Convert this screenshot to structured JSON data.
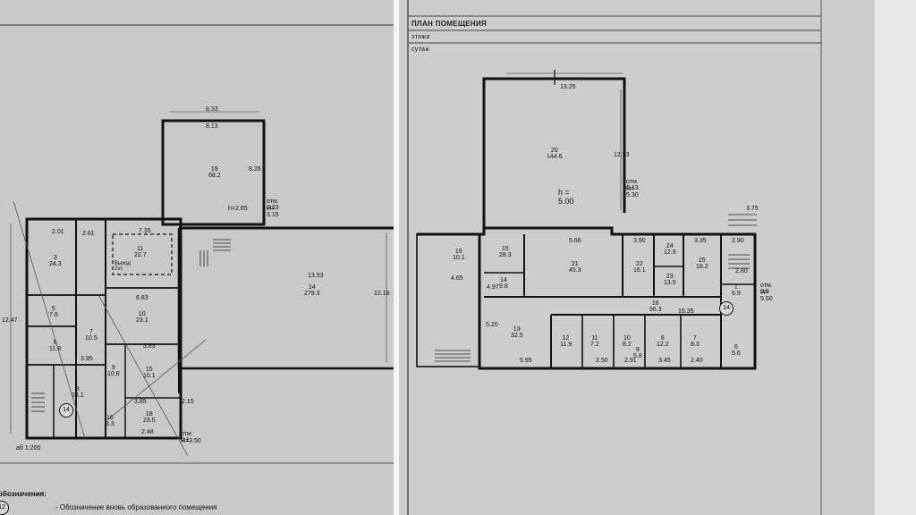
{
  "left_sheet": {
    "scale": "аб 1:200",
    "legend_title": "обозначения:",
    "legend_marker": "12",
    "legend_text": "- Обозначение вновь образованного помещения",
    "rooms": [
      {
        "n": "3",
        "area": "24.3"
      },
      {
        "n": "5",
        "area": "7.8"
      },
      {
        "n": "6",
        "area": "11.8"
      },
      {
        "n": "7",
        "area": "10.5"
      },
      {
        "n": "8",
        "area": "23.1"
      },
      {
        "n": "9",
        "area": "10.8"
      },
      {
        "n": "10",
        "area": "23.1"
      },
      {
        "n": "11",
        "area": "22.7"
      },
      {
        "n": "14",
        "area": "279.3"
      },
      {
        "n": "15",
        "area": "10.1"
      },
      {
        "n": "16",
        "area": "5.3"
      },
      {
        "n": "18",
        "area": "23.5"
      },
      {
        "n": "19",
        "area": "68.2"
      }
    ],
    "dims": {
      "top_ext_a": "8.33",
      "top_ext_b": "8.13",
      "side_ext": "8.26",
      "main_a": "13.93",
      "height_mark": "h=2.65",
      "side_main": "12.16",
      "left_total": "12.47",
      "left_a": "2.01",
      "left_b": "7.35",
      "mark_top": "отм. 0.23",
      "mark_top_h": "H= 3.15",
      "mark_bottom": "отм. 0.1",
      "mark_bottom_h": "H=3.50",
      "d1": "6.83",
      "d2": "3.83",
      "d3": "3.85",
      "d4": "2.15",
      "d5": "2.61",
      "d6": "3.95",
      "d7": "2.48"
    },
    "circle_mark": "14",
    "stair_label": "Выход 2эт."
  },
  "right_sheet": {
    "title": "ПЛАН ПОМЕЩЕНИЯ",
    "subtitle_a": "этажа",
    "subtitle_b": "сутаж",
    "rooms": [
      {
        "n": "20",
        "area": "144.6"
      },
      {
        "n": "19",
        "area": "10.1"
      },
      {
        "n": "15",
        "area": "28.3"
      },
      {
        "n": "14",
        "area": "9.8"
      },
      {
        "n": "21",
        "area": "45.3"
      },
      {
        "n": "22",
        "area": "16.1"
      },
      {
        "n": "24",
        "area": "12.9"
      },
      {
        "n": "23",
        "area": "13.5"
      },
      {
        "n": "25",
        "area": "18.2"
      },
      {
        "n": "1",
        "area": "6.9"
      },
      {
        "n": "16",
        "area": "56.3"
      },
      {
        "n": "13",
        "area": "32.5"
      },
      {
        "n": "12",
        "area": "11.9"
      },
      {
        "n": "11",
        "area": "7.2"
      },
      {
        "n": "10",
        "area": "8.2"
      },
      {
        "n": "9",
        "area": "5.8"
      },
      {
        "n": "8",
        "area": "12.2"
      },
      {
        "n": "7",
        "area": "8.3"
      },
      {
        "n": "6",
        "area": "5.6"
      }
    ],
    "dims": {
      "top": "13.25",
      "side": "12.93",
      "height_mark": "h = 5.00",
      "mark_a": "отм. 6.13",
      "mark_a_h": "H= 5.30",
      "mark_b": "отм. 0.6",
      "mark_b_h": "H= 5.50",
      "d1": "5.66",
      "d2": "3.90",
      "d3": "3.35",
      "d4": "2.90",
      "d5": "5.95",
      "d6": "2.50",
      "d7": "2.91",
      "d8": "3.45",
      "d9": "2.40",
      "d10": "15.35",
      "d11": "5.20",
      "d12": "4.65",
      "d13": "3.75",
      "d14": "2.80",
      "d15": "4.97"
    },
    "circle_mark": "14"
  }
}
